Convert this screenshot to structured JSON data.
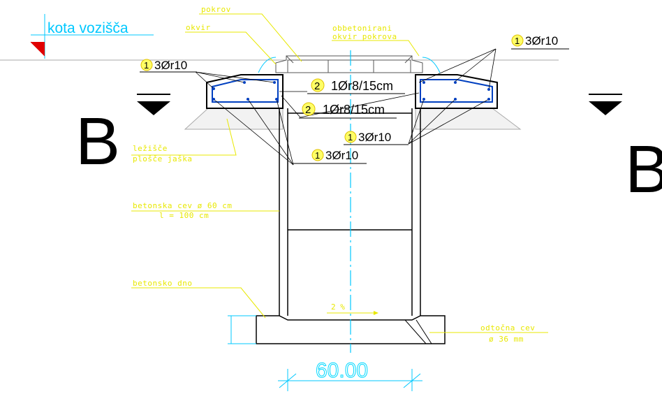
{
  "labels": {
    "road_level": "kota vozišča",
    "cover": "pokrov",
    "frame": "okvir",
    "cover_frame_line1": "obbetonirani",
    "cover_frame_line2": "okvir pokrova",
    "seat_line1": "ležišče",
    "seat_line2": "plošče jaška",
    "pipe_line1": "betonska cev ø 60 cm",
    "pipe_line2": "l = 100 cm",
    "bottom": "betonsko dno",
    "drain_line1": "odtočna cev",
    "drain_line2": "ø 36 mm",
    "slope": "2 %",
    "section_left": "B",
    "section_right": "B",
    "dimension": "60.00"
  },
  "rebar": {
    "left_top": {
      "num": "1",
      "text": "3Ør10"
    },
    "right_top": {
      "num": "1",
      "text": "3Ør10"
    },
    "center_upper": {
      "num": "2",
      "text": "1Ør8/15cm"
    },
    "center_lower": {
      "num": "2",
      "text": "1Ør8/15cm"
    },
    "right_mid": {
      "num": "1",
      "text": "3Ør10"
    },
    "center_bottom": {
      "num": "1",
      "text": "3Ør10"
    }
  }
}
